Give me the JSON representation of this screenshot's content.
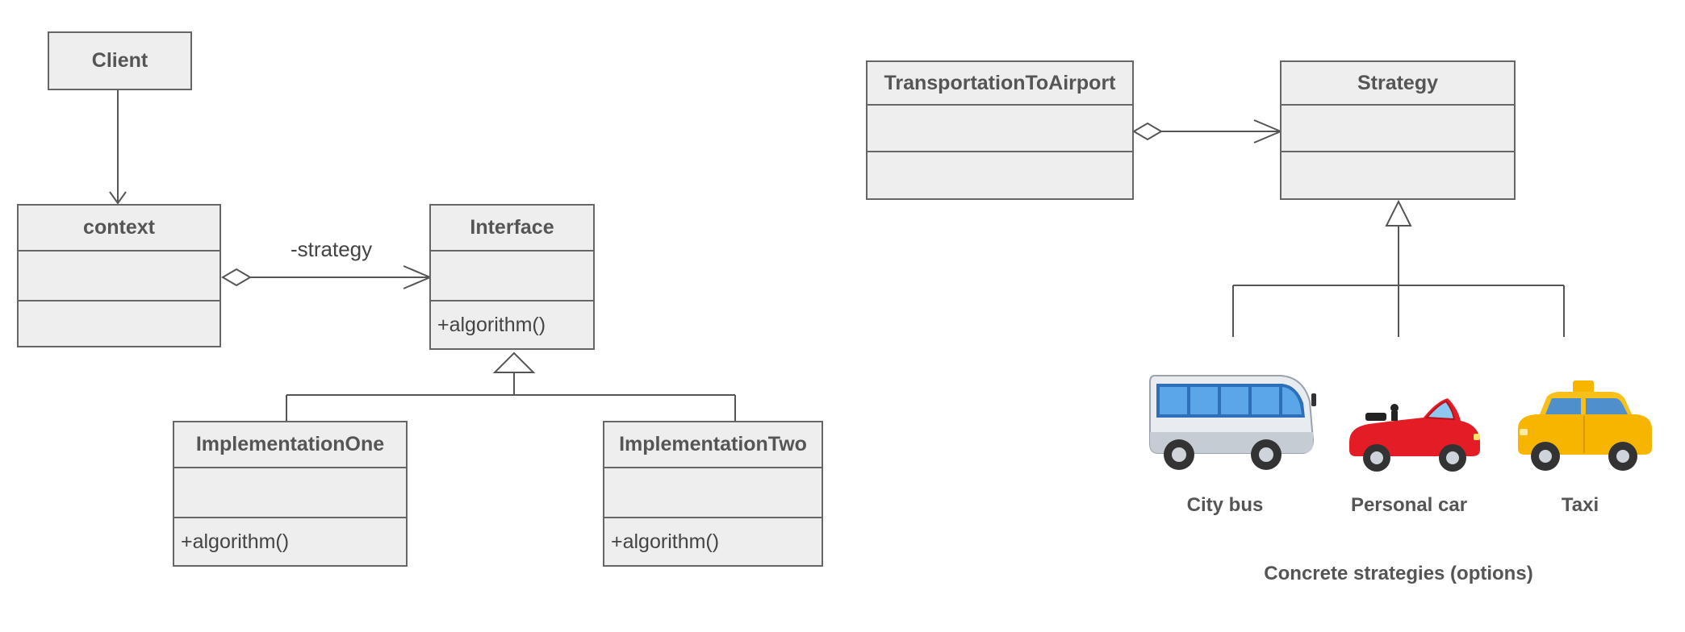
{
  "left_diagram": {
    "client": {
      "name": "Client"
    },
    "context": {
      "name": "context",
      "attributes": "",
      "methods": ""
    },
    "interface": {
      "name": "Interface",
      "attributes": "",
      "methods": "+algorithm()"
    },
    "implementation_one": {
      "name": "ImplementationOne",
      "attributes": "",
      "methods": "+algorithm()"
    },
    "implementation_two": {
      "name": "ImplementationTwo",
      "attributes": "",
      "methods": "+algorithm()"
    },
    "association_label": "-strategy"
  },
  "right_diagram": {
    "transportation": {
      "name": "TransportationToAirport",
      "attributes": "",
      "methods": ""
    },
    "strategy": {
      "name": "Strategy",
      "attributes": "",
      "methods": ""
    },
    "options": [
      {
        "label": "City bus",
        "icon": "bus-icon"
      },
      {
        "label": "Personal car",
        "icon": "convertible-car-icon"
      },
      {
        "label": "Taxi",
        "icon": "taxi-icon"
      }
    ],
    "caption": "Concrete strategies (options)"
  },
  "colors": {
    "box_fill": "#eeeeee",
    "box_stroke": "#666666",
    "line": "#555555",
    "text": "#444444",
    "bus_window": "#3d8fd6",
    "car_red": "#e31c25",
    "taxi_yellow": "#f7b500"
  }
}
